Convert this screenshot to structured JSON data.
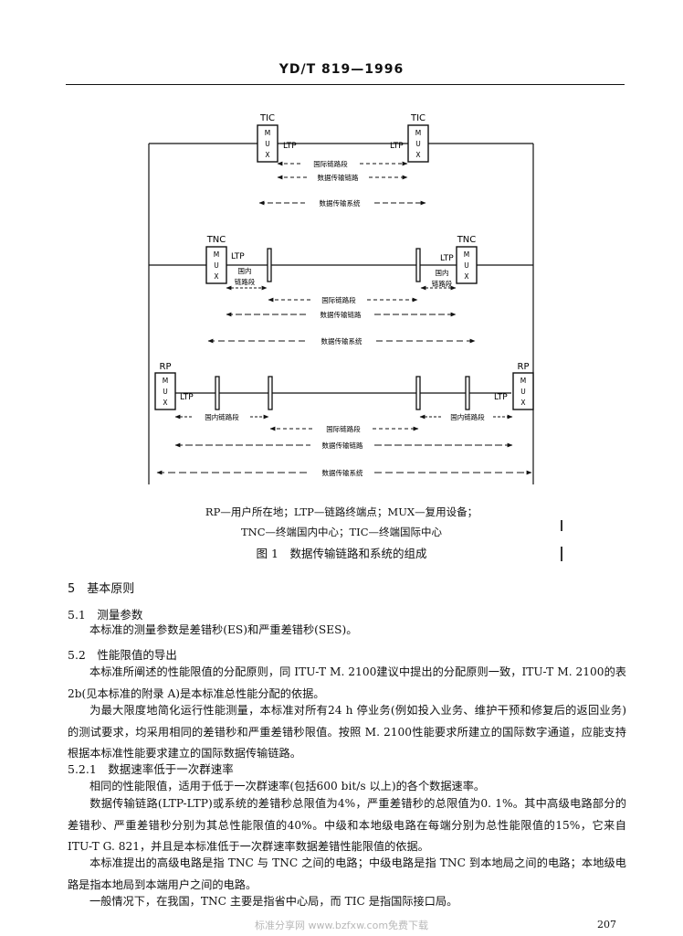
{
  "header": {
    "title": "YD/T 819—1996"
  },
  "figure": {
    "row1": {
      "mux_left": "TIC",
      "mux_right": "TIC",
      "mux_text": "MUX",
      "ltp": "LTP",
      "spans": {
        "intl_section": "国际链路段",
        "data_link": "数据传输链路",
        "system": "数据传输系统"
      }
    },
    "row2": {
      "mux_left": "TNC",
      "mux_right": "TNC",
      "mux_text": "MUX",
      "ltp": "LTP",
      "domestic_line1": "国内",
      "domestic_line2": "链路段",
      "spans": {
        "intl_section": "国际链路段",
        "data_link": "数据传输链路",
        "system": "数据传输系统"
      }
    },
    "row3": {
      "mux_left": "RP",
      "mux_right": "RP",
      "mux_text": "MUX",
      "ltp": "LTP",
      "spans": {
        "domestic": "国内链路段",
        "intl_section": "国际链路段",
        "data_link": "数据传输链路",
        "system": "数据传输系统"
      }
    },
    "legend_line1": "RP—用户所在地；LTP—链路终端点；MUX—复用设备；",
    "legend_line2": "TNC—终端国内中心；TIC—终端国际中心",
    "caption": "图 1　数据传输链路和系统的组成"
  },
  "sections": {
    "s5": {
      "title": "5　基本原则"
    },
    "s5_1": {
      "title": "5.1　测量参数",
      "p1": "本标准的测量参数是差错秒(ES)和严重差错秒(SES)。"
    },
    "s5_2": {
      "title": "5.2　性能限值的导出",
      "p1": "本标准所阐述的性能限值的分配原则，同 ITU-T M. 2100建议中提出的分配原则一致，ITU-T M. 2100的表2b(见本标准的附录 A)是本标准总性能分配的依据。",
      "p2": "为最大限度地简化运行性能测量，本标准对所有24 h 停业务(例如投入业务、维护干预和修复后的返回业务)的测试要求，均采用相同的差错秒和严重差错秒限值。按照 M. 2100性能要求所建立的国际数字通道，应能支持根据本标准性能要求建立的国际数据传输链路。"
    },
    "s5_2_1": {
      "title": "5.2.1　数据速率低于一次群速率",
      "p1": "相同的性能限值，适用于低于一次群速率(包括600 bit/s 以上)的各个数据速率。",
      "p2": "数据传输链路(LTP-LTP)或系统的差错秒总限值为4%，严重差错秒的总限值为0. 1%。其中高级电路部分的差错秒、严重差错秒分别为其总性能限值的40%。中级和本地级电路在每端分别为总性能限值的15%，它来自 ITU-T G. 821，并且是本标准低于一次群速率数据差错性能限值的依据。",
      "p3": "本标准提出的高级电路是指 TNC 与 TNC 之间的电路；中级电路是指 TNC 到本地局之间的电路；本地级电路是指本地局到本端用户之间的电路。",
      "p4": "一般情况下，在我国，TNC 主要是指省中心局，而 TIC 是指国际接口局。"
    }
  },
  "footer": {
    "page_number": "207",
    "watermark": "标准分享网 www.bzfxw.com免费下载"
  }
}
